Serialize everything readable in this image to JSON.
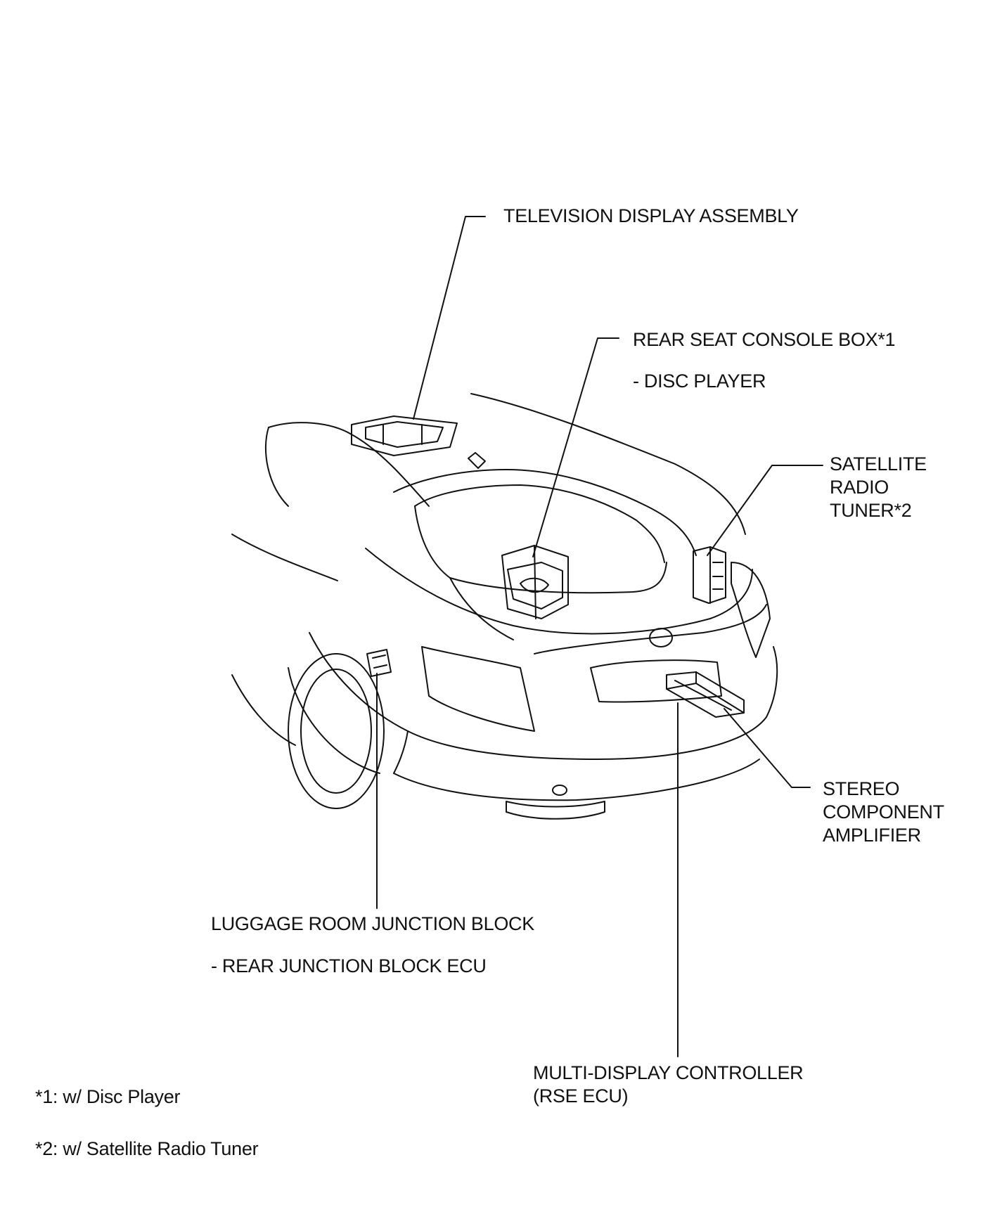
{
  "labels": {
    "television_display": "TELEVISION DISPLAY ASSEMBLY",
    "rear_seat_console": "REAR SEAT CONSOLE BOX*1",
    "disc_player": "- DISC PLAYER",
    "satellite_line1": "SATELLITE",
    "satellite_line2": "RADIO",
    "satellite_line3": "TUNER*2",
    "stereo_line1": "STEREO",
    "stereo_line2": "COMPONENT",
    "stereo_line3": "AMPLIFIER",
    "luggage_junction": "LUGGAGE ROOM JUNCTION BLOCK",
    "rear_junction_ecu": "- REAR JUNCTION BLOCK ECU",
    "multi_display_line1": "MULTI-DISPLAY CONTROLLER",
    "multi_display_line2": "(RSE ECU)"
  },
  "footnotes": {
    "note1": "*1: w/ Disc Player",
    "note2": "*2: w/ Satellite Radio Tuner"
  },
  "colors": {
    "line": "#111111",
    "background": "#ffffff"
  }
}
